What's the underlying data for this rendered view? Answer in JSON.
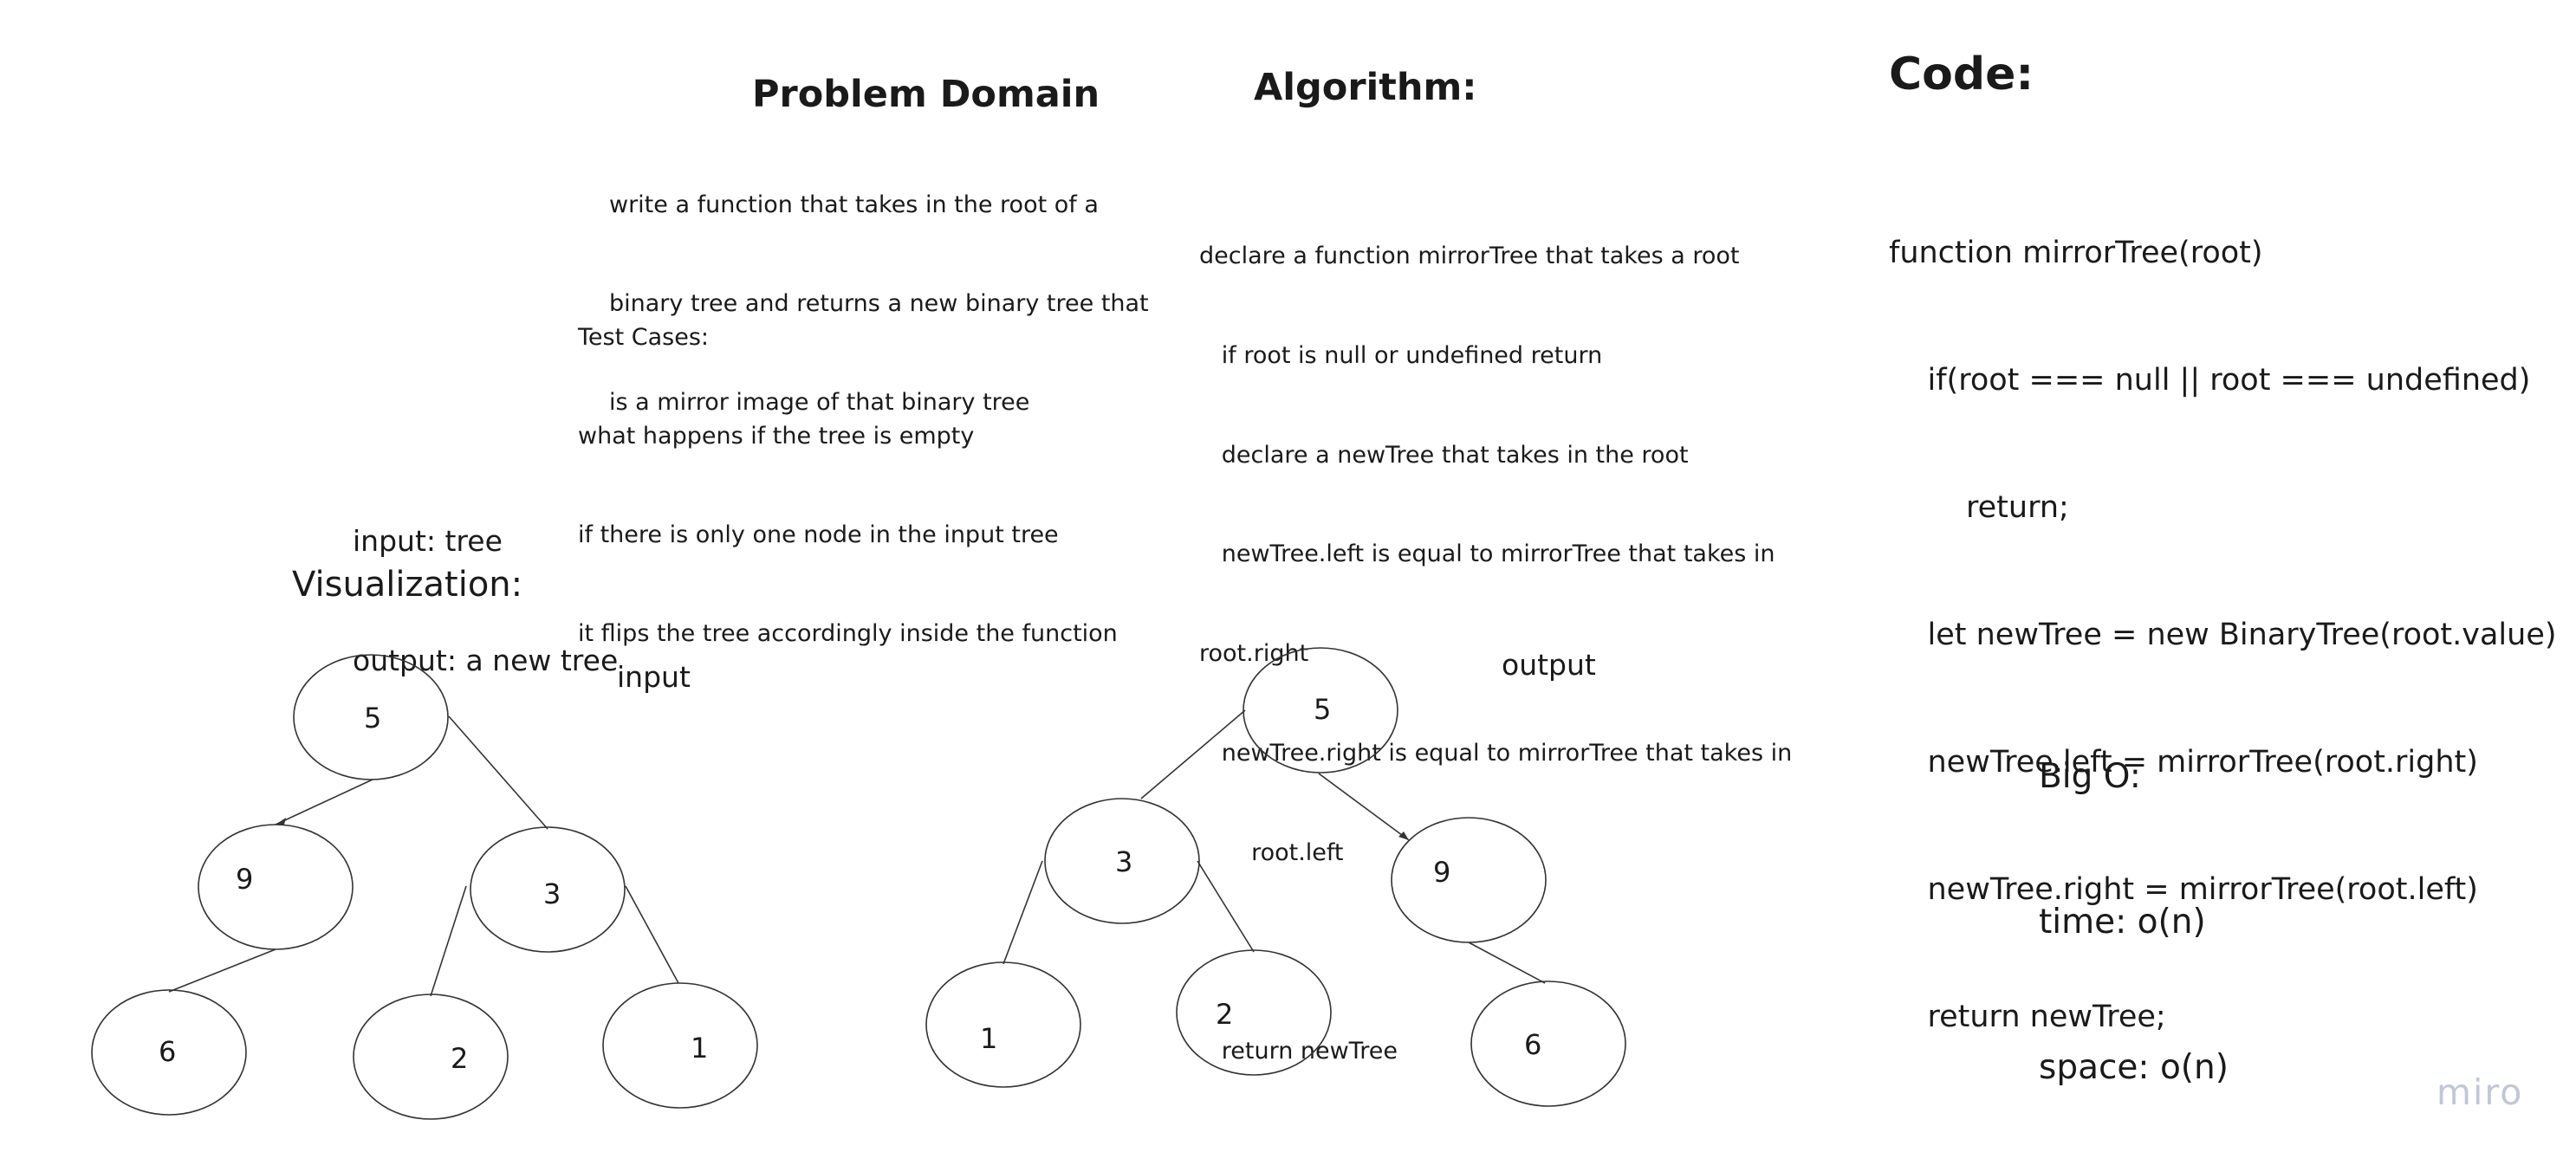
{
  "problem_domain": {
    "title": "Problem Domain",
    "description": [
      "write a function that takes in the root of a",
      "binary tree and returns a new binary tree that",
      "is a mirror image of that binary tree"
    ],
    "test_cases": [
      "Test Cases:",
      "what happens if the tree is empty",
      "if there is only one node in the input tree",
      "it flips the tree accordingly inside the function"
    ],
    "input_label": "input: tree",
    "output_label": "output: a new tree"
  },
  "algorithm": {
    "title": "Algorithm:",
    "lines": [
      "declare a function mirrorTree that takes a root",
      "   if root is null or undefined return",
      "   declare a newTree that takes in the root",
      "   newTree.left is equal to mirrorTree that takes in",
      "root.right",
      "   newTree.right is equal to mirrorTree that takes in",
      "       root.left",
      "",
      "   return newTree"
    ]
  },
  "code": {
    "title": "Code:",
    "lines": [
      "function mirrorTree(root)",
      "    if(root === null || root === undefined)",
      "        return;",
      "    let newTree = new BinaryTree(root.value)",
      "    newTree.left = mirrorTree(root.right)",
      "    newTree.right = mirrorTree(root.left)",
      "    return newTree;"
    ]
  },
  "visualization": {
    "title": "Visualization:",
    "input_label": "input",
    "output_label": "output",
    "input_nodes": [
      "5",
      "9",
      "3",
      "6",
      "2",
      "1"
    ],
    "output_nodes": [
      "5",
      "3",
      "9",
      "1",
      "2",
      "6"
    ]
  },
  "big_o": {
    "lines": [
      "Big O:",
      "time: o(n)",
      "space: o(n)"
    ]
  },
  "watermark": "miro"
}
